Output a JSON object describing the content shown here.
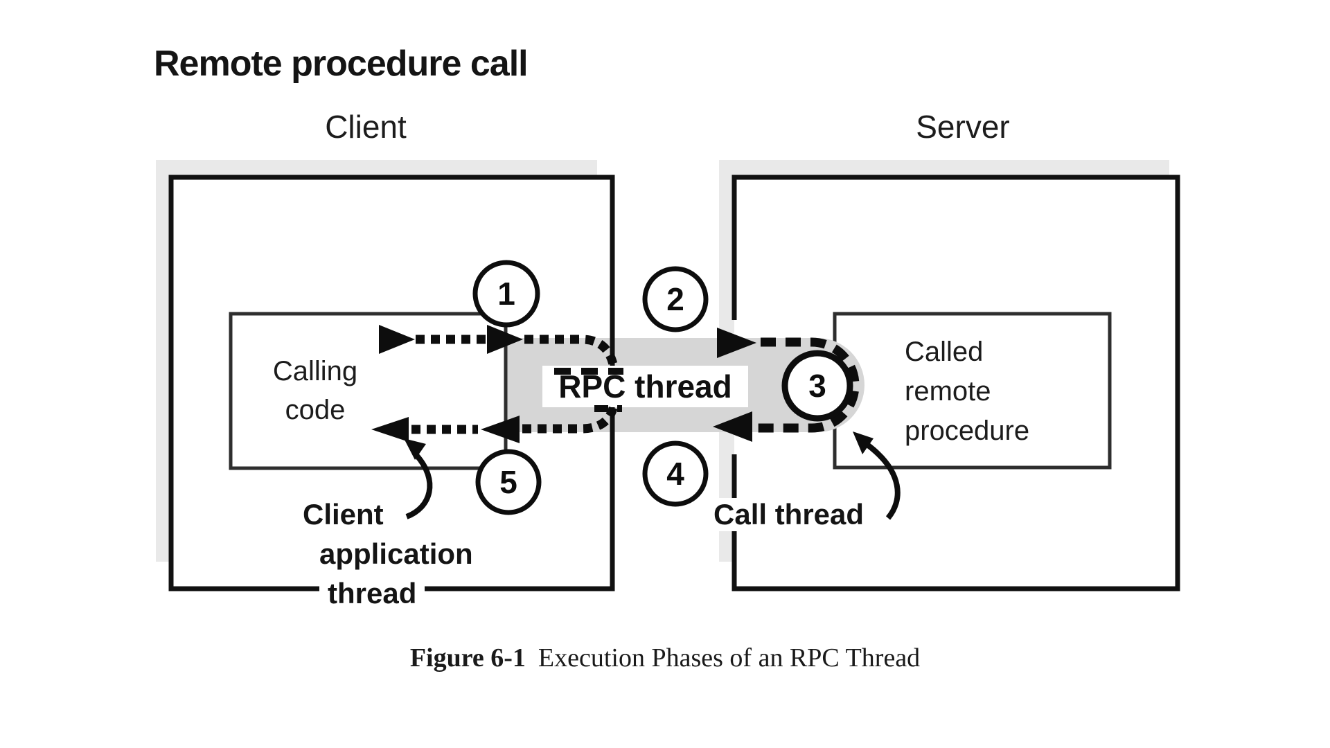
{
  "title": "Remote procedure call",
  "headers": {
    "client": "Client",
    "server": "Server"
  },
  "client_box": {
    "calling_code": {
      "line1": "Calling",
      "line2": "code"
    }
  },
  "server_box": {
    "called_remote": {
      "line1": "Called",
      "line2": "remote",
      "line3": "procedure"
    }
  },
  "rpc_band": {
    "label": "RPC thread"
  },
  "markers": {
    "step1": "1",
    "step2": "2",
    "step3": "3",
    "step4": "4",
    "step5": "5"
  },
  "annotations": {
    "client_app_thread": {
      "line1": "Client",
      "line2": "application",
      "line3": "thread"
    },
    "call_thread": "Call thread"
  },
  "caption": {
    "figure_label": "Figure 6-1",
    "text": "Execution Phases of an RPC Thread"
  },
  "colors": {
    "ink": "#111111",
    "inner_box_border": "#2e2e2e",
    "band_gray": "#d6d6d6",
    "shadow_gray": "#e9e9e9",
    "label_background": "#ffffff"
  }
}
